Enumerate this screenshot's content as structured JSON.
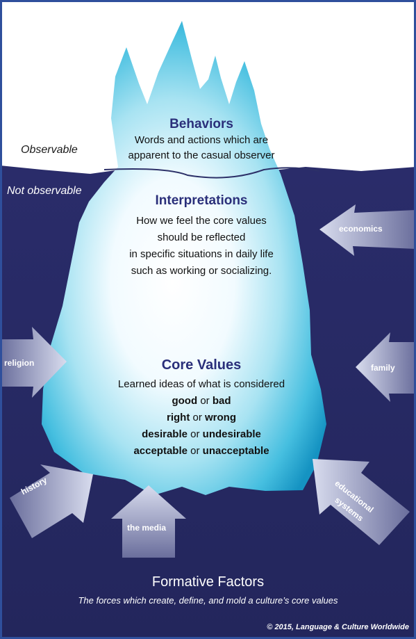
{
  "diagram": {
    "observable_label": "Observable",
    "not_observable_label": "Not observable",
    "behaviors": {
      "title": "Behaviors",
      "lines": [
        "Words and actions which are",
        "apparent to the casual observer"
      ]
    },
    "interpretations": {
      "title": "Interpretations",
      "lines": [
        "How we feel the core values",
        "should be reflected",
        "in specific situations in daily life",
        "such as working or socializing."
      ]
    },
    "core_values": {
      "title": "Core Values",
      "intro": "Learned ideas of what is considered",
      "pairs": [
        {
          "a": "good",
          "or": "or",
          "b": "bad"
        },
        {
          "a": "right",
          "or": "or",
          "b": "wrong"
        },
        {
          "a": "desirable",
          "or": "or",
          "b": "undesirable"
        },
        {
          "a": "acceptable",
          "or": "or",
          "b": "unacceptable"
        }
      ]
    },
    "factors": {
      "economics": "economics",
      "religion": "religion",
      "family": "family",
      "history": "history",
      "educational": "educational",
      "systems": "systems",
      "media": "the media"
    },
    "footer": {
      "title": "Formative Factors",
      "subtitle": "The forces which create, define, and mold a culture’s core values",
      "credit": "© 2015, Language & Culture Worldwide"
    },
    "colors": {
      "sky": "#ffffff",
      "water": "#2a2e6e",
      "ice_core": "#ffffff",
      "ice_edge": "#1aa4cc",
      "heading": "#2a2f7a",
      "frame": "#2f4f9c"
    }
  }
}
